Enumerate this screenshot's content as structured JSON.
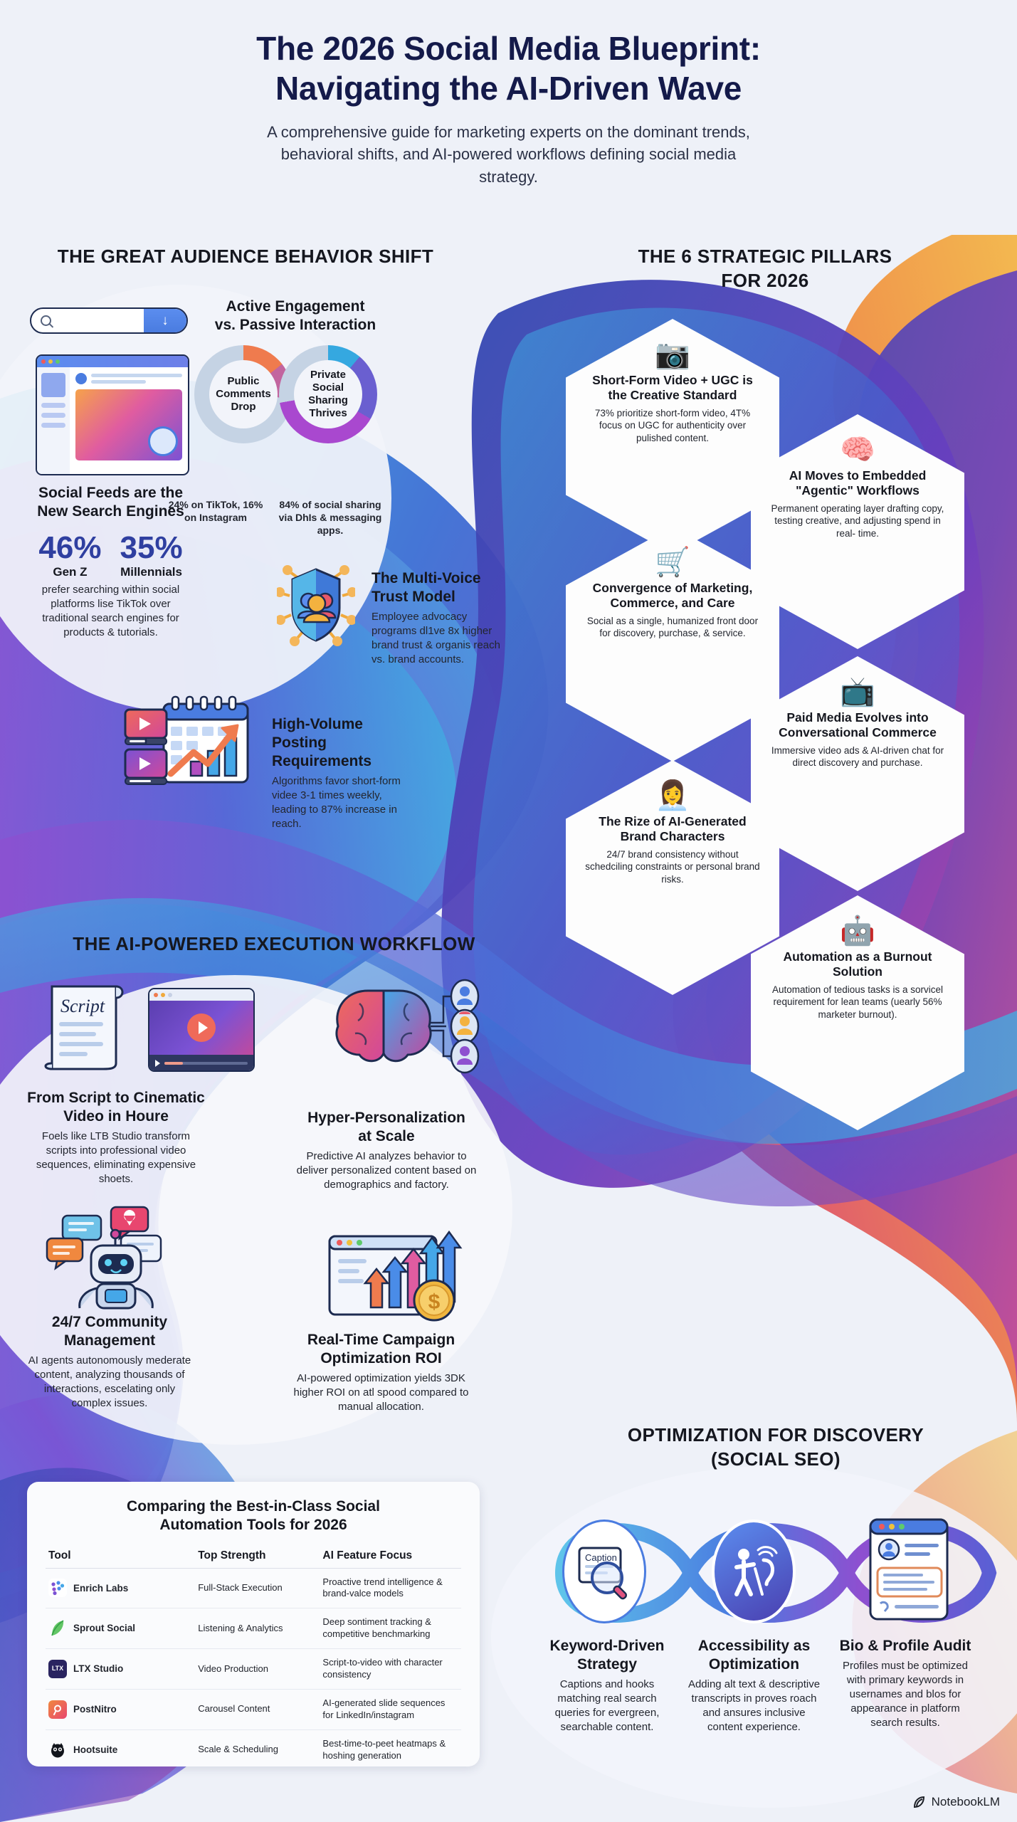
{
  "header": {
    "title_line1": "The 2026 Social Media Blueprint:",
    "title_line2": "Navigating the AI-Driven Wave",
    "subtitle": "A comprehensive guide for marketing experts on the dominant trends, behavioral shifts, and AI-powered workflows defining social media strategy."
  },
  "sections": {
    "audience": "THE GREAT AUDIENCE BEHAVIOR SHIFT",
    "pillars_line1": "THE 6 STRATEGIC PILLARS",
    "pillars_line2": "FOR 2026",
    "workflow": "THE AI-POWERED EXECUTION WORKFLOW",
    "seo_line1": "OPTIMIZATION FOR DISCOVERY",
    "seo_line2": "(SOCIAL SEO)"
  },
  "audience": {
    "search_engines": {
      "title_line1": "Social Feeds are the",
      "title_line2": "New Search Engines",
      "stat1_value": "46%",
      "stat1_label": "Gen Z",
      "stat2_value": "35%",
      "stat2_label": "Millennials",
      "desc": "prefer searching within social platforms lise TikTok over traditional search engines for products & tutorials."
    },
    "engagement": {
      "title_line1": "Active Engagement",
      "title_line2": "vs. Passive Interaction",
      "donut_left_label": "Public Comments Drop",
      "donut_left_note": "24% on TikTok, 16% on Instagram",
      "donut_right_label": "Private Social Sharing Thrives",
      "donut_right_note": "84% of social sharing via DhIs & messaging apps."
    },
    "trust": {
      "title_line1": "The Multi-Voice",
      "title_line2": "Trust Model",
      "desc": "Employee advocacy programs dl1ve 8x higher brand trust & organis reach vs. brand accounts."
    },
    "posting": {
      "title_line1": "High-Volume Posting",
      "title_line2": "Requirements",
      "desc": "Algorithms favor short-form videe 3-1 times weekly, leading to 87% increase in reach."
    }
  },
  "pillars": [
    {
      "icon": "camera-ugc-icon",
      "glyph": "📷",
      "title": "Short-Form Video + UGC is the Creative Standard",
      "desc": "73% prioritize short-form video, 4T% focus on UGC for authenticity over pulished content."
    },
    {
      "icon": "chip-ai-icon",
      "glyph": "🧠",
      "title": "AI Moves to Embedded \"Agentic\" Workflows",
      "desc": "Permanent operating layer drafting copy, testing creative, and adjusting spend in real- time."
    },
    {
      "icon": "cart-chat-heart-icon",
      "glyph": "🛒",
      "title": "Convergence of Marketing, Commerce, and Care",
      "desc": "Social as a single, humanized front door for discovery, purchase, & service."
    },
    {
      "icon": "video-chat-ad-icon",
      "glyph": "📺",
      "title": "Paid Media Evolves into Conversational Commerce",
      "desc": "Immersive video ads & AI-driven chat for direct discovery and purchase."
    },
    {
      "icon": "ai-avatar-icon",
      "glyph": "👩‍💼",
      "title": "The Rize of AI-Generated Brand Characters",
      "desc": "24/7 brand consistency without schedciling constraints or personal brand risks."
    },
    {
      "icon": "robot-arm-clock-icon",
      "glyph": "🤖",
      "title": "Automation as a Burnout Solution",
      "desc": "Automation of tedious tasks is a sorvicel requirement for lean teams (uearly 56% marketer burnout)."
    }
  ],
  "workflow": [
    {
      "icon": "script-to-video-icon",
      "title_line1": "From Script to Cinematic",
      "title_line2": "Video in Houre",
      "desc": "Foels like LTB Studio transform scripts into professional video sequences, eliminating expensive shoets."
    },
    {
      "icon": "brain-personas-icon",
      "title_line1": "Hyper-Personalization",
      "title_line2": "at Scale",
      "desc": "Predictive AI analyzes behavior to deliver personalized content based on demographics and factory."
    },
    {
      "icon": "chat-robot-icon",
      "title_line1": "24/7 Community",
      "title_line2": "Management",
      "desc": "AI agents autonomously mederate content, analyzing thousands of interactions, escelating only complex issues."
    },
    {
      "icon": "roi-chart-coin-icon",
      "title_line1": "Real-Time Campaign",
      "title_line2": "Optimization ROI",
      "desc": "AI-powered optimization yields 3DK higher ROI on atl spood compared to manual allocation."
    }
  ],
  "table": {
    "title_line1": "Comparing the Best-in-Class Social",
    "title_line2": "Automation Tools for 2026",
    "columns": [
      "Tool",
      "Top Strength",
      "AI Feature Focus"
    ],
    "rows": [
      {
        "logo": "enrich-labs-logo",
        "logo_text": "",
        "logo_color": "#ffffff",
        "tool": "Enrich Labs",
        "strength": "Full-Stack Execution",
        "focus": "Proactive trend intelligence & brand-valce models"
      },
      {
        "logo": "sprout-social-logo",
        "logo_text": "",
        "logo_color": "#63c666",
        "tool": "Sprout Social",
        "strength": "Listening & Analytics",
        "focus": "Deep sontiment tracking & competitive benchmarking"
      },
      {
        "logo": "ltx-studio-logo",
        "logo_text": "LTX",
        "logo_color": "#2a2460",
        "tool": "LTX Studio",
        "strength": "Video Production",
        "focus": "Script-to-video with character consistency"
      },
      {
        "logo": "postnitro-logo",
        "logo_text": "",
        "logo_color": "#f1657f",
        "tool": "PostNitro",
        "strength": "Carousel Content",
        "focus": "AI-generated slide sequences for LinkedIn/instagram"
      },
      {
        "logo": "hootsuite-logo",
        "logo_text": "",
        "logo_color": "#12151c",
        "tool": "Hootsuite",
        "strength": "Scale & Scheduling",
        "focus": "Best-time-to-peet heatmaps & hoshing generation"
      }
    ]
  },
  "seo": [
    {
      "icon": "caption-magnifier-icon",
      "glyph": "🔍",
      "title_line1": "Keyword-Driven",
      "title_line2": "Strategy",
      "desc": "Captions and hooks matching real search queries for evergreen, searchable content."
    },
    {
      "icon": "accessibility-icon",
      "glyph": "♿",
      "title_line1": "Accessibility as",
      "title_line2": "Optimization",
      "desc": "Adding alt text & descriptive transcripts in proves roach and ansures inclusive content experience."
    },
    {
      "icon": "profile-audit-icon",
      "glyph": "📋",
      "title_line1": "Bio & Profile Audit",
      "title_line2": "",
      "desc": "Profiles must be optimized with primary keywords in usernames and blos for appearance in platform search results."
    }
  ],
  "footer": {
    "brand": "NotebookLM"
  },
  "colors": {
    "title": "#141a4a",
    "accent_blue": "#2f3fa0",
    "wave_cyan": "#3fb2e3",
    "wave_blue": "#3c6fd4",
    "wave_indigo": "#3a3fa6",
    "wave_purple": "#8b3fc4",
    "wave_magenta": "#d14a8a",
    "wave_orange": "#f08a3c",
    "wave_amber": "#f4b942",
    "bg": "#eef1f8"
  }
}
